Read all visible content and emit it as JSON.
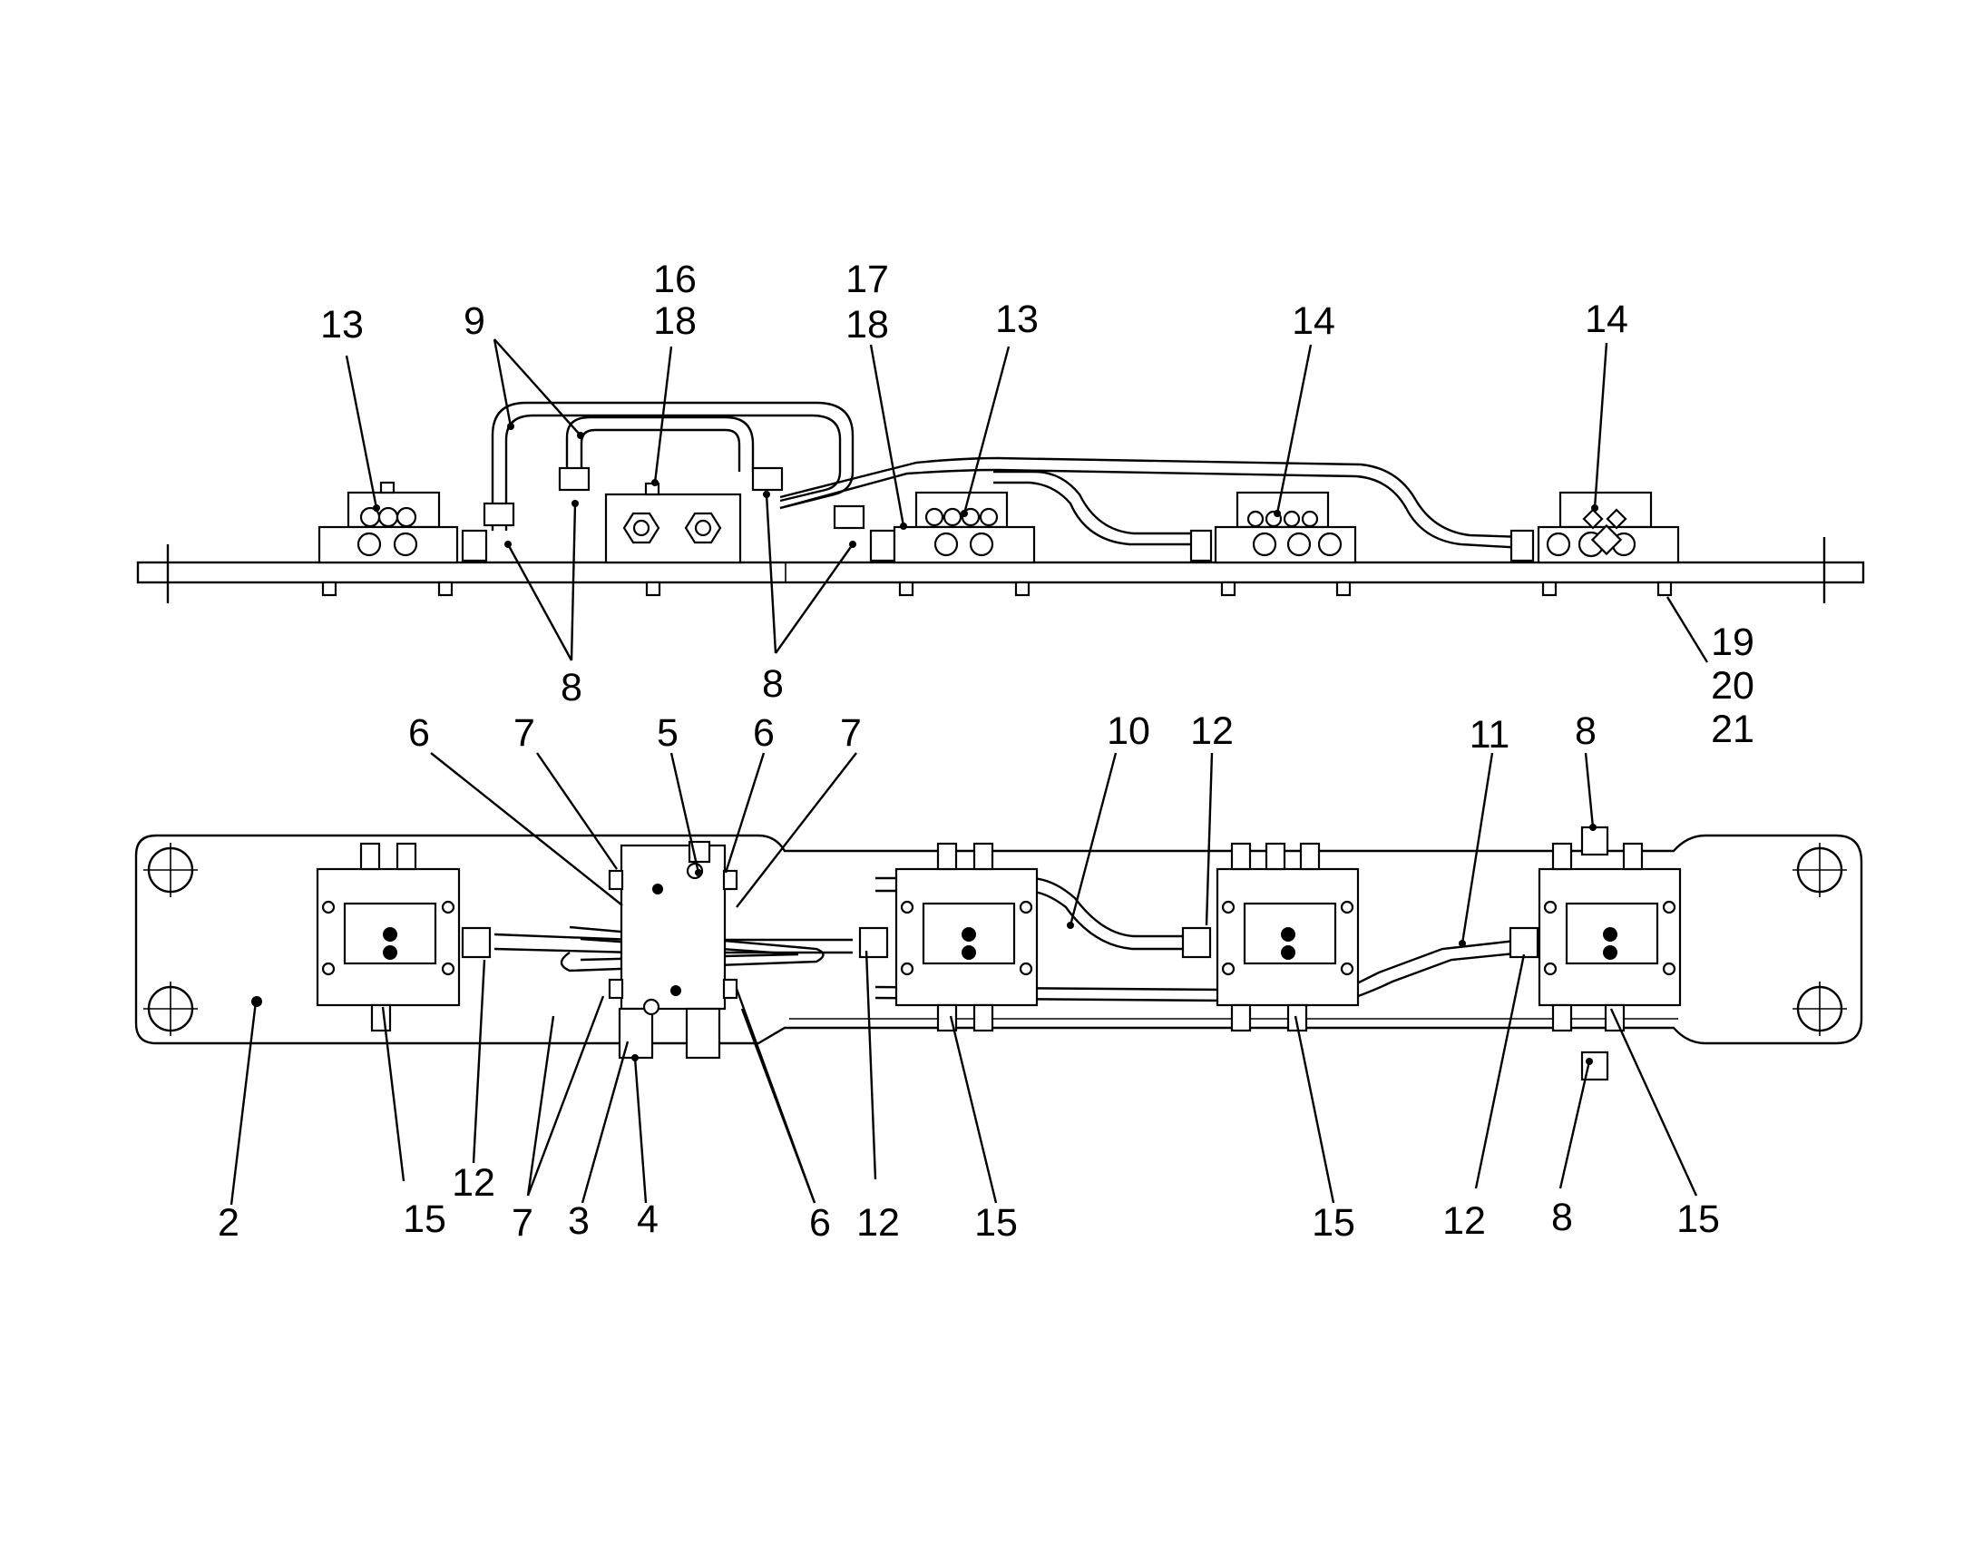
{
  "labels": {
    "top": {
      "l13a": "13",
      "l9": "9",
      "l16": "16",
      "l18a": "18",
      "l17": "17",
      "l18b": "18",
      "l13b": "13",
      "l14a": "14",
      "l14b": "14",
      "l8a": "8",
      "l8b": "8",
      "l19": "19",
      "l20": "20",
      "l21": "21"
    },
    "bottom": {
      "l6a": "6",
      "l7a": "7",
      "l5": "5",
      "l6b": "6",
      "l7b": "7",
      "l10": "10",
      "l12a": "12",
      "l11": "11",
      "l8c": "8",
      "l2": "2",
      "l15a": "15",
      "l12b": "12",
      "l7c": "7",
      "l3": "3",
      "l4": "4",
      "l6c": "6",
      "l12c": "12",
      "l15b": "15",
      "l15c": "15",
      "l12d": "12",
      "l8d": "8",
      "l15d": "15"
    }
  }
}
